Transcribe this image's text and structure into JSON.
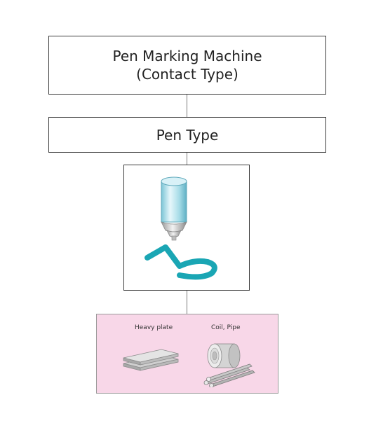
{
  "top_box": {
    "line1": "Pen Marking Machine",
    "line2": "(Contact Type)"
  },
  "type_box": {
    "label": "Pen Type"
  },
  "illustration": {
    "mark_glyph": "5",
    "mark_color": "#1aa6b4",
    "pen_body_color": "#a9dde8"
  },
  "applications": {
    "background": "#f8d7e8",
    "items": [
      {
        "label": "Heavy plate",
        "icon": "steel-plate-icon"
      },
      {
        "label": "Coil, Pipe",
        "icon": "coil-pipe-icon"
      }
    ]
  }
}
